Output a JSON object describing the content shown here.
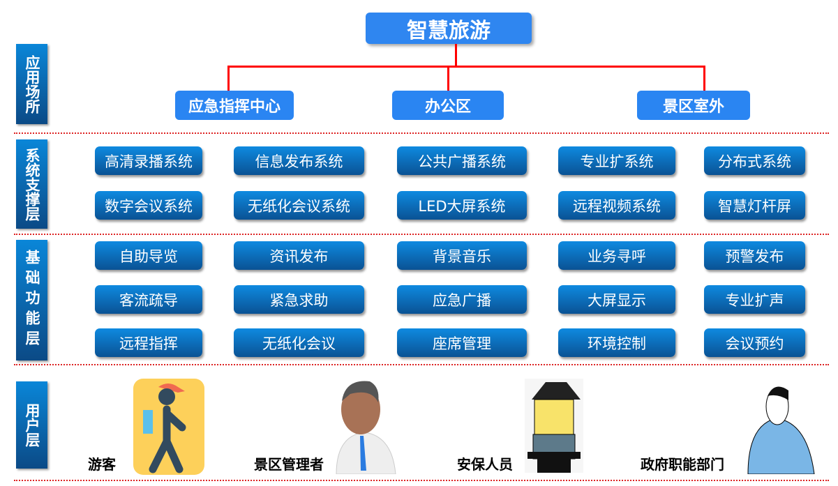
{
  "title": "智慧旅游",
  "side_labels": [
    "应用场所",
    "系统支撑层",
    "基础功能层",
    "用户层"
  ],
  "venues": [
    "应急指挥中心",
    "办公区",
    "景区室外"
  ],
  "systems": [
    [
      "高清录播系统",
      "信息发布系统",
      "公共广播系统",
      "专业扩系统",
      "分布式系统"
    ],
    [
      "数字会议系统",
      "无纸化会议系统",
      "LED大屏系统",
      "远程视频系统",
      "智慧灯杆屏"
    ]
  ],
  "functions": [
    [
      "自助导览",
      "资讯发布",
      "背景音乐",
      "业务寻呼",
      "预警发布"
    ],
    [
      "客流疏导",
      "紧急求助",
      "应急广播",
      "大屏显示",
      "专业扩声"
    ],
    [
      "远程指挥",
      "无纸化会议",
      "座席管理",
      "环境控制",
      "会议预约"
    ]
  ],
  "users": [
    "游客",
    "景区管理者",
    "安保人员",
    "政府职能部门"
  ]
}
